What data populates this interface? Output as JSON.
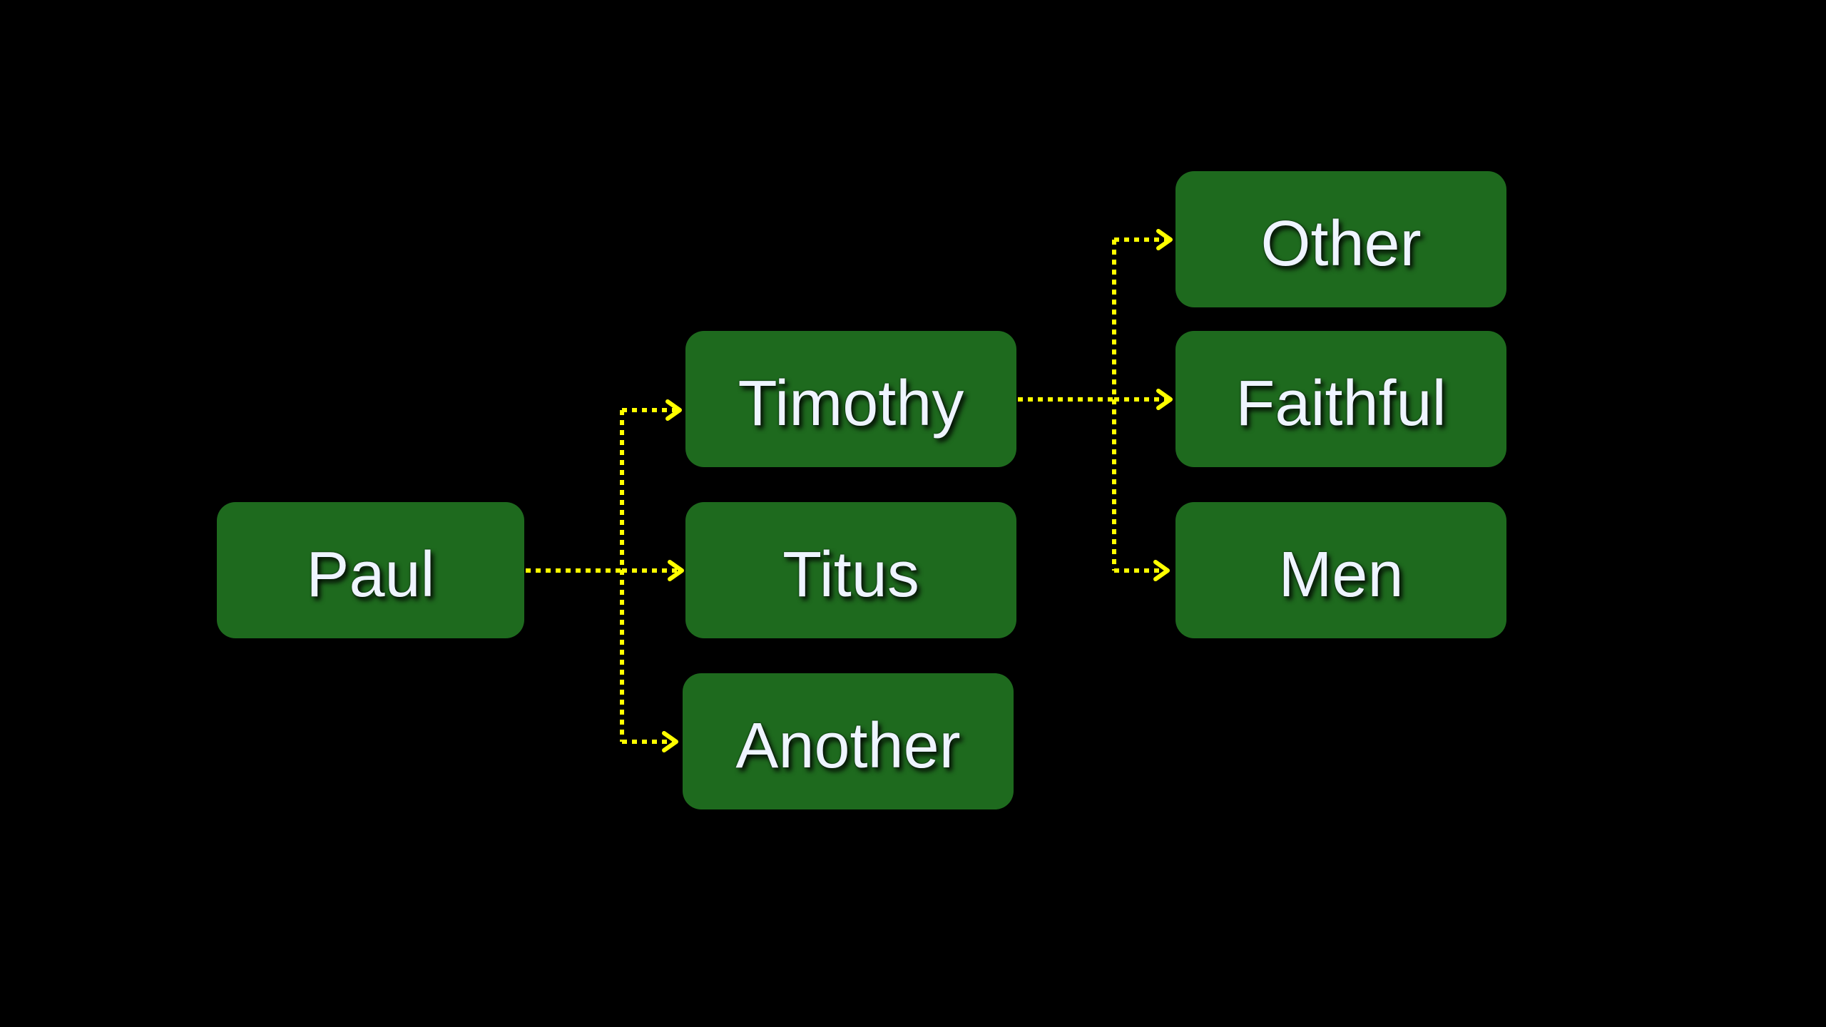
{
  "diagram": {
    "background_color": "#000000",
    "node_color": "#1e6a1e",
    "connector_color": "#ffff00",
    "connector_style": "dotted",
    "nodes": {
      "paul": "Paul",
      "timothy": "Timothy",
      "titus": "Titus",
      "another": "Another",
      "other": "Other",
      "faithful": "Faithful",
      "men": "Men"
    },
    "edges": [
      {
        "from": "paul",
        "to": "timothy"
      },
      {
        "from": "paul",
        "to": "titus"
      },
      {
        "from": "paul",
        "to": "another"
      },
      {
        "from": "timothy",
        "to": "other"
      },
      {
        "from": "timothy",
        "to": "faithful"
      },
      {
        "from": "timothy",
        "to": "men"
      }
    ]
  }
}
